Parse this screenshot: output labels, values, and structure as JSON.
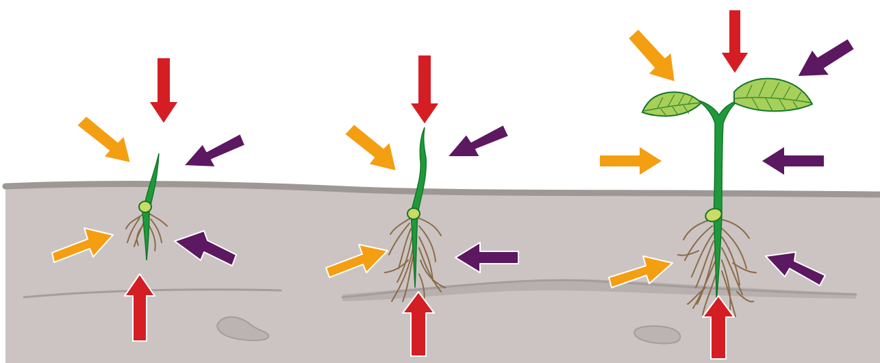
{
  "colors": {
    "background": "#ffffff",
    "soil": "#ccc4c2",
    "soil_surface": "#9e9895",
    "soil_layer_line": "#a49d9b",
    "stone": "#bcb4b2",
    "stem": "#1f9a3a",
    "stem_outline": "#13752a",
    "seed": "#c9dc63",
    "root": "#8a6b48",
    "leaf": "#a6d05a",
    "leaf_vein": "#3c8a2c",
    "arrow_red": "#d51d24",
    "arrow_orange": "#f49e12",
    "arrow_purple": "#5c1860",
    "arrow_outline": "#ffffff"
  },
  "diagram": {
    "stages": [
      {
        "name": "emerging-seedling",
        "leaves": 0,
        "root_density": "sparse"
      },
      {
        "name": "elongating-seedling",
        "leaves": 0,
        "root_density": "medium"
      },
      {
        "name": "young-plant-with-leaves",
        "leaves": 2,
        "root_density": "dense"
      }
    ],
    "arrow_directions": [
      "from-above",
      "from-upper-left",
      "from-upper-right",
      "from-left",
      "from-right",
      "from-below"
    ]
  }
}
